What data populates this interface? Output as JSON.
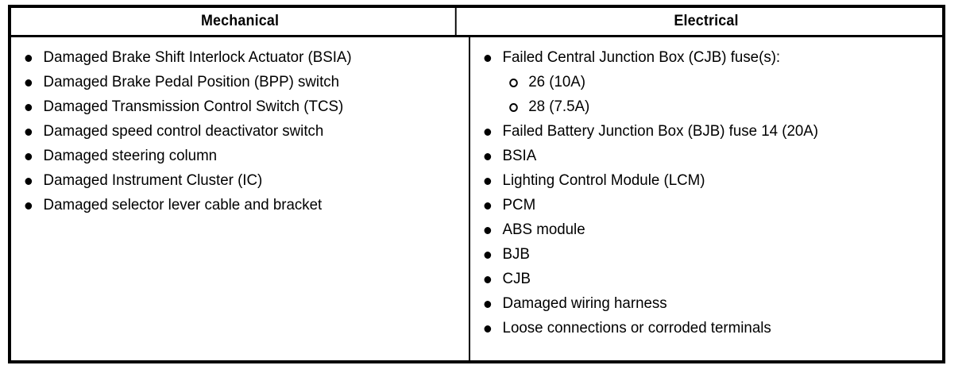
{
  "table": {
    "columns": [
      {
        "header": "Mechanical"
      },
      {
        "header": "Electrical"
      }
    ],
    "mechanical": {
      "header": "Mechanical",
      "items": [
        {
          "text": "Damaged Brake Shift Interlock Actuator (BSIA)"
        },
        {
          "text": "Damaged Brake Pedal Position (BPP) switch"
        },
        {
          "text": "Damaged Transmission Control Switch (TCS)"
        },
        {
          "text": "Damaged speed control deactivator switch"
        },
        {
          "text": "Damaged steering column"
        },
        {
          "text": "Damaged Instrument Cluster (IC)"
        },
        {
          "text": "Damaged selector lever cable and bracket"
        }
      ]
    },
    "electrical": {
      "header": "Electrical",
      "items": [
        {
          "text": "Failed Central Junction Box (CJB) fuse(s):",
          "sub_items": [
            {
              "text": "26 (10A)"
            },
            {
              "text": "28 (7.5A)"
            }
          ]
        },
        {
          "text": "Failed Battery Junction Box (BJB) fuse 14 (20A)"
        },
        {
          "text": "BSIA"
        },
        {
          "text": "Lighting Control Module (LCM)"
        },
        {
          "text": "PCM"
        },
        {
          "text": "ABS module"
        },
        {
          "text": "BJB"
        },
        {
          "text": "CJB"
        },
        {
          "text": "Damaged wiring harness"
        },
        {
          "text": "Loose connections or corroded terminals"
        }
      ]
    }
  },
  "colors": {
    "border": "#000000",
    "text": "#000000",
    "background": "#ffffff"
  }
}
